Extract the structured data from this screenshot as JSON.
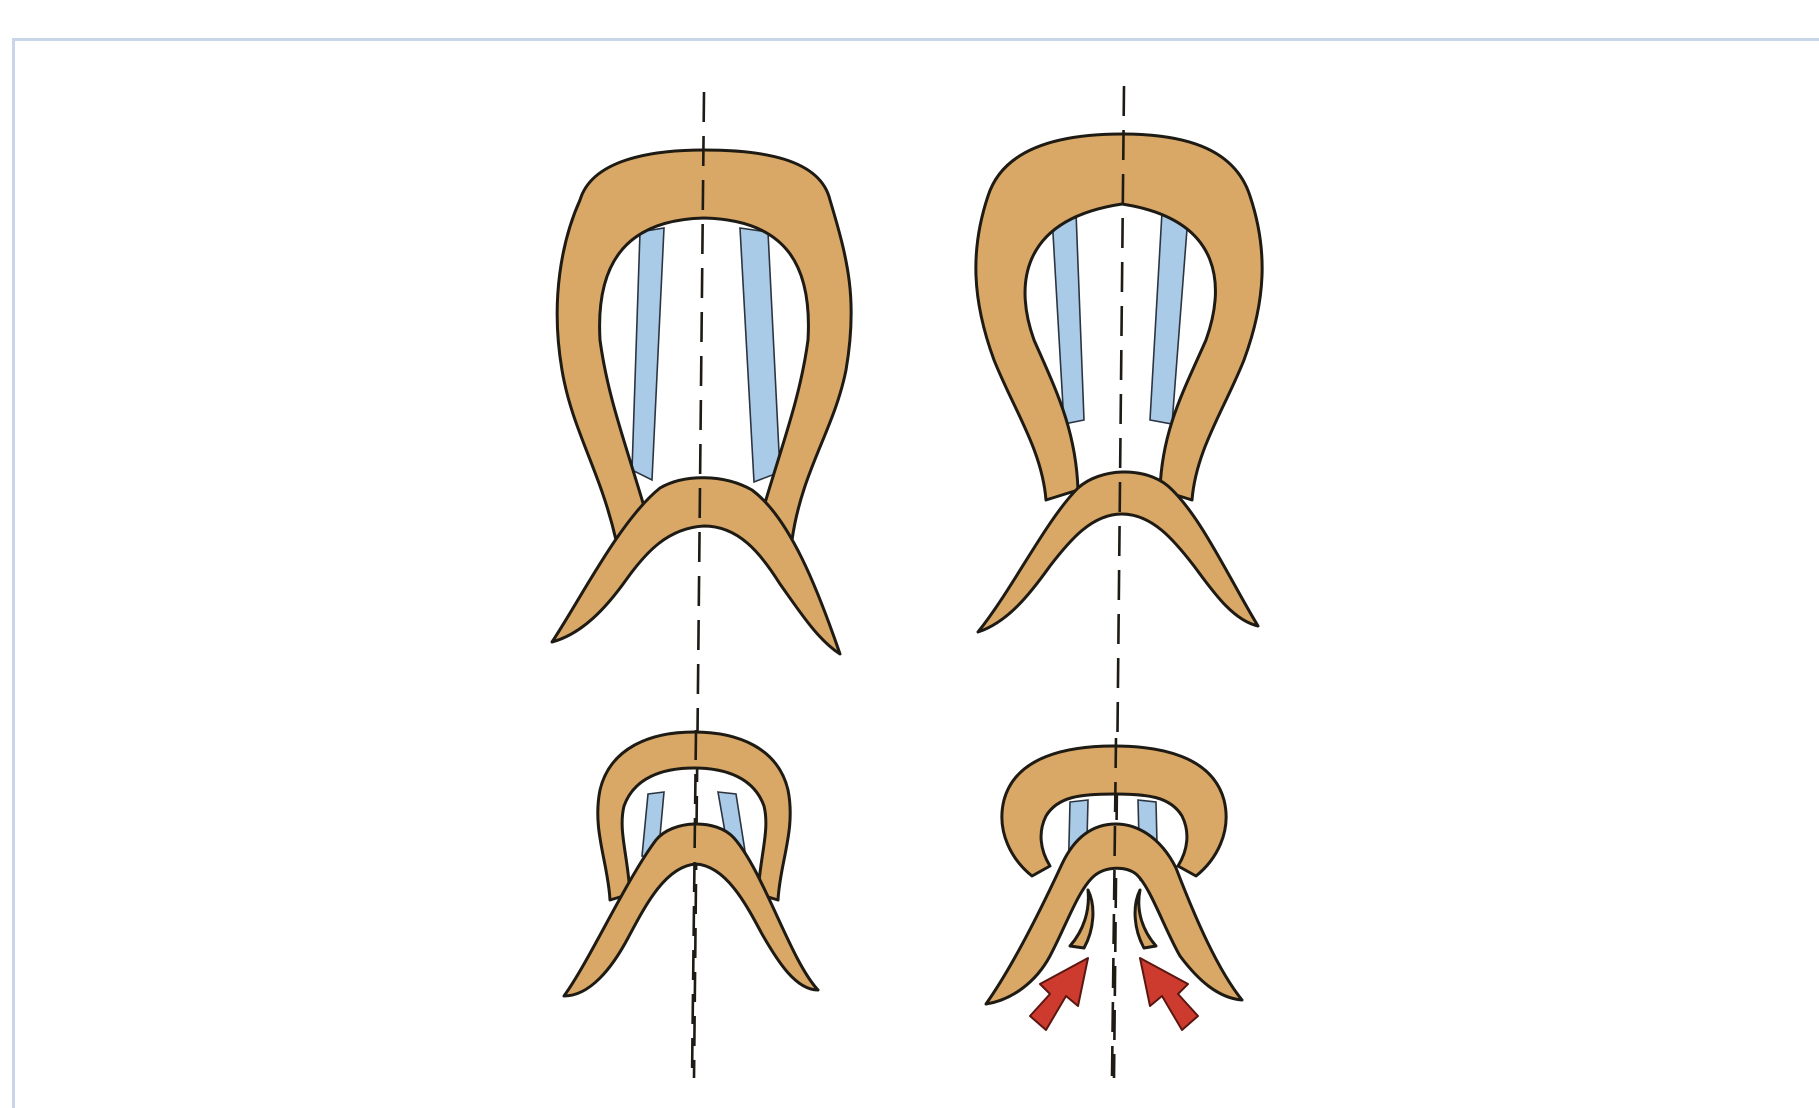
{
  "figure": {
    "panels": [
      {
        "name": "top-left",
        "size": "large",
        "ligament_state": "lax"
      },
      {
        "name": "top-right",
        "size": "large",
        "ligament_state": "lax"
      },
      {
        "name": "bottom-left",
        "size": "small",
        "ligament_state": "lax"
      },
      {
        "name": "bottom-right",
        "size": "small",
        "ligament_state": "compressed"
      }
    ],
    "arrows": {
      "count": 2,
      "direction": "inward-up"
    },
    "colors": {
      "bone_fill": "#d9a866",
      "bone_outline": "#1e1a14",
      "ligament_fill": "#a9cbe8",
      "arrow_fill": "#cc3b2e",
      "frame_border": "#c9d6ea",
      "background": "#ffffff"
    }
  }
}
